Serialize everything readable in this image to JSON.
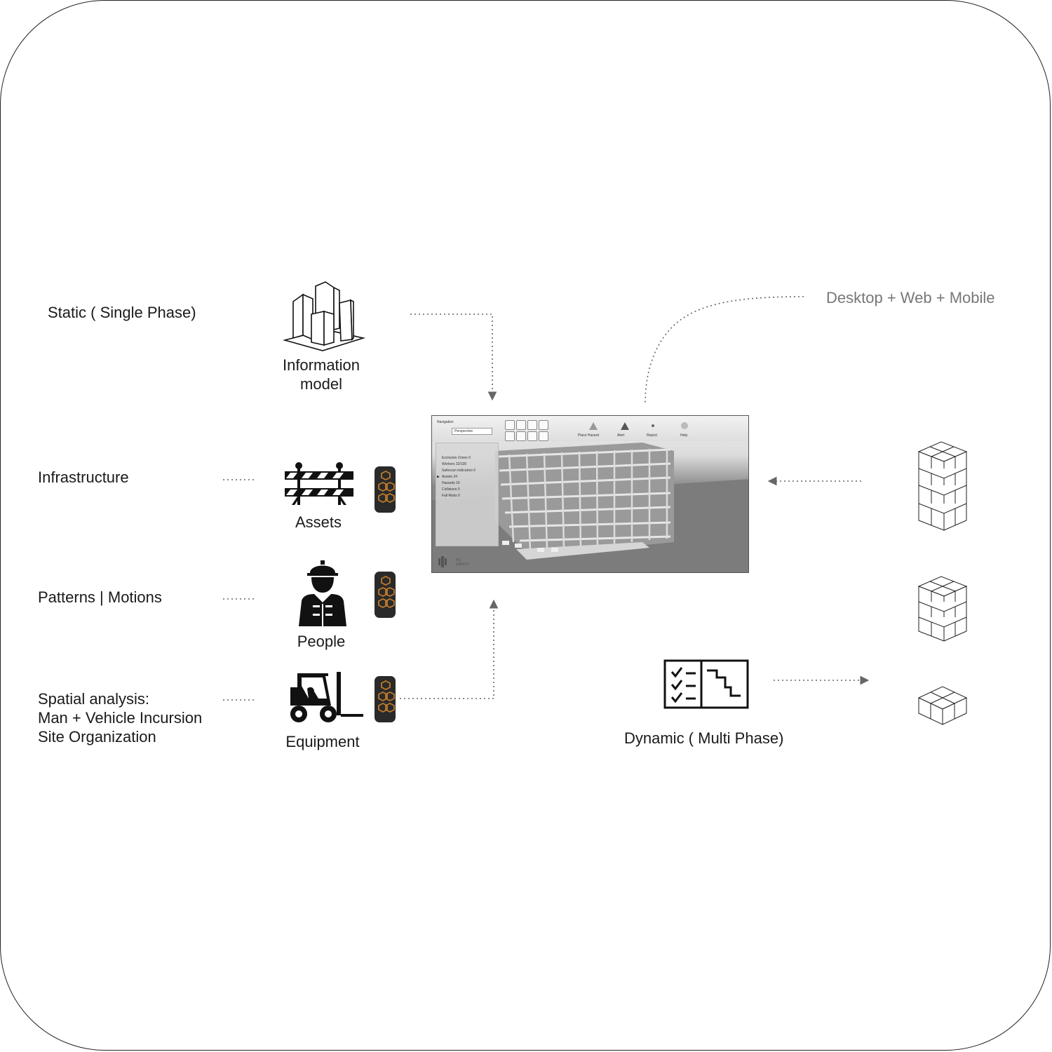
{
  "labels": {
    "static": "Static ( Single Phase)",
    "infrastructure": "Infrastructure",
    "patterns": "Patterns | Motions",
    "spatial": [
      "Spatial analysis:",
      "Man + Vehicle Incursion",
      "Site Organization"
    ],
    "information_model": [
      "Information",
      "model"
    ],
    "assets": "Assets",
    "people": "People",
    "equipment": "Equipment",
    "platforms": "Desktop + Web + Mobile",
    "dynamic": "Dynamic ( Multi  Phase)"
  },
  "screen": {
    "navigation": "Navigation",
    "view_mode": "Perspective",
    "toolbar_actions": [
      "Place Hazard",
      "Alert",
      "Report",
      "Help"
    ],
    "sidebar_items": [
      "Exclusion Zones 0",
      "Workers 32/100",
      "Safescan Indicators 6",
      "Assets 24",
      "Hazards 10",
      "Collisions 0",
      "Fall Risks 0"
    ],
    "brand": [
      "HC",
      "SAFETY"
    ]
  },
  "colors": {
    "line": "#555555",
    "dotted": "#666666",
    "tag_body": "#2a2a2a",
    "tag_accent": "#c07a2a"
  },
  "icons": [
    "buildings-icon",
    "barricade-icon",
    "worker-icon",
    "forklift-icon",
    "schedule-chart-icon",
    "voxel-stack-icon",
    "tracker-tag-icon"
  ]
}
